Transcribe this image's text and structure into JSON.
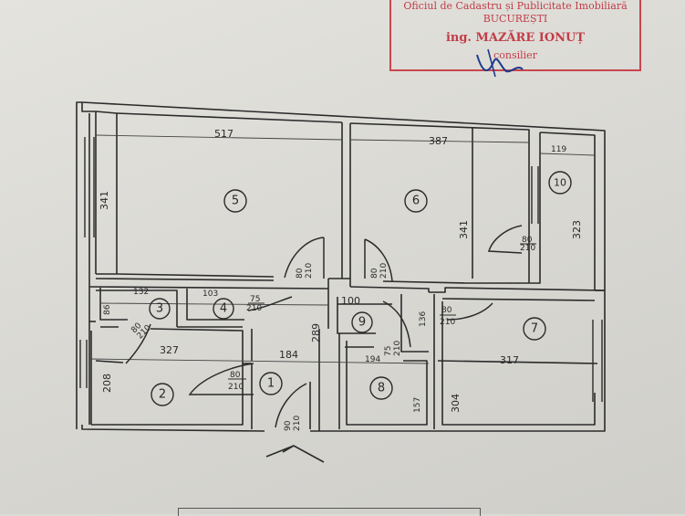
{
  "stamp": {
    "line1": "Oficiul de Cadastru și Publicitate Imobiliară",
    "line2": "BUCUREȘTI",
    "line3": "ing. MAZĂRE IONUȚ",
    "line4": "consilier"
  },
  "rooms": [
    {
      "id": "5",
      "label": "5"
    },
    {
      "id": "6",
      "label": "6"
    },
    {
      "id": "10",
      "label": "10"
    },
    {
      "id": "3",
      "label": "3"
    },
    {
      "id": "4",
      "label": "4"
    },
    {
      "id": "9",
      "label": "9"
    },
    {
      "id": "7",
      "label": "7"
    },
    {
      "id": "2",
      "label": "2"
    },
    {
      "id": "1",
      "label": "1"
    },
    {
      "id": "8",
      "label": "8"
    }
  ],
  "dimensions": {
    "room5_width": "517",
    "room5_height": "341",
    "room6_width": "387",
    "room6_height": "341",
    "room10_width": "119",
    "room10_height": "323",
    "room3_width": "132",
    "room3_height": "86",
    "room4_width": "103",
    "room2_width": "327",
    "room2_height": "208",
    "hall_width": "184",
    "hall_height": "289",
    "room9_width": "100",
    "room9_height": "136",
    "room8_width": "194",
    "room8_height": "157",
    "room7_width": "317",
    "room7_height": "304"
  },
  "doors": [
    {
      "id": "door-5",
      "width": "80",
      "height": "210"
    },
    {
      "id": "door-6",
      "width": "80",
      "height": "210"
    },
    {
      "id": "door-10",
      "width": "80",
      "height": "210"
    },
    {
      "id": "door-4",
      "width": "75",
      "height": "210"
    },
    {
      "id": "door-3",
      "width": "80",
      "height": "210"
    },
    {
      "id": "door-9",
      "width": "75",
      "height": "210"
    },
    {
      "id": "door-7",
      "width": "80",
      "height": "210"
    },
    {
      "id": "door-2",
      "width": "80",
      "height": "210"
    },
    {
      "id": "door-entrance",
      "width": "90",
      "height": "210"
    }
  ]
}
